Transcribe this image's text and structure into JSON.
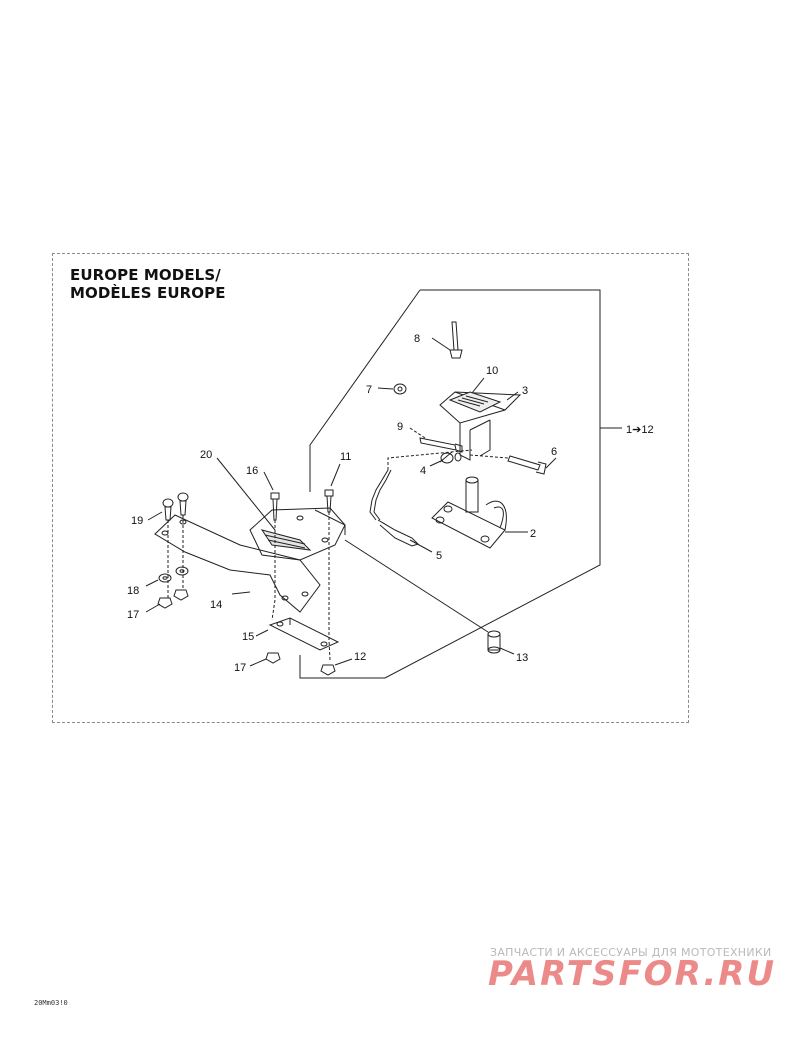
{
  "title": {
    "line1": "EUROPE MODELS/",
    "line2": "MODÈLES EUROPE"
  },
  "callouts": [
    {
      "id": "c1",
      "label": "8"
    },
    {
      "id": "c2",
      "label": "10"
    },
    {
      "id": "c3",
      "label": "3"
    },
    {
      "id": "c4",
      "label": "7"
    },
    {
      "id": "c5",
      "label": "9"
    },
    {
      "id": "c6",
      "label": "1➔12"
    },
    {
      "id": "c7",
      "label": "6"
    },
    {
      "id": "c8",
      "label": "4"
    },
    {
      "id": "c9",
      "label": "20"
    },
    {
      "id": "c10",
      "label": "16"
    },
    {
      "id": "c11",
      "label": "11"
    },
    {
      "id": "c12",
      "label": "19"
    },
    {
      "id": "c13",
      "label": "2"
    },
    {
      "id": "c14",
      "label": "5"
    },
    {
      "id": "c15",
      "label": "18"
    },
    {
      "id": "c16",
      "label": "17"
    },
    {
      "id": "c17",
      "label": "14"
    },
    {
      "id": "c18",
      "label": "15"
    },
    {
      "id": "c19",
      "label": "13"
    },
    {
      "id": "c20",
      "label": "17"
    },
    {
      "id": "c21",
      "label": "12"
    }
  ],
  "footer": {
    "code": "20Mm03!0"
  },
  "watermark": {
    "top_text": "ЗАПЧАСТИ И АКСЕССУАРЫ ДЛЯ МОТОТЕХНИКИ",
    "logo": "PARTSFOR.RU"
  }
}
